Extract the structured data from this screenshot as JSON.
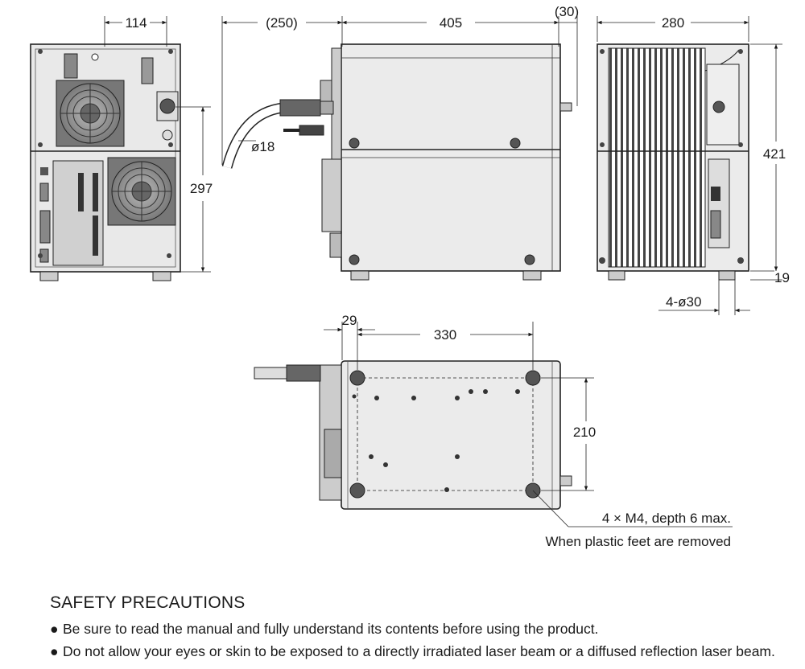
{
  "dimensions": {
    "rear_width": "114",
    "rear_height": "297",
    "cable_clearance": "(250)",
    "body_depth": "405",
    "front_protrusion": "(30)",
    "cable_diameter": "ø18",
    "side_width": "280",
    "overall_height": "421",
    "foot_height": "19",
    "foot_diameter": "4-ø30",
    "bottom_offset": "29",
    "bottom_hole_pitch_x": "330",
    "bottom_hole_pitch_y": "210"
  },
  "bottom_note": {
    "line1": "4 × M4, depth 6 max.",
    "line2": "When plastic feet are removed"
  },
  "safety": {
    "title": "SAFETY PRECAUTIONS",
    "items": [
      "Be sure to read the manual and fully understand its contents before using the product.",
      "Do not allow your eyes or skin to be exposed to a directly irradiated laser beam or a diffused reflection laser beam."
    ]
  }
}
